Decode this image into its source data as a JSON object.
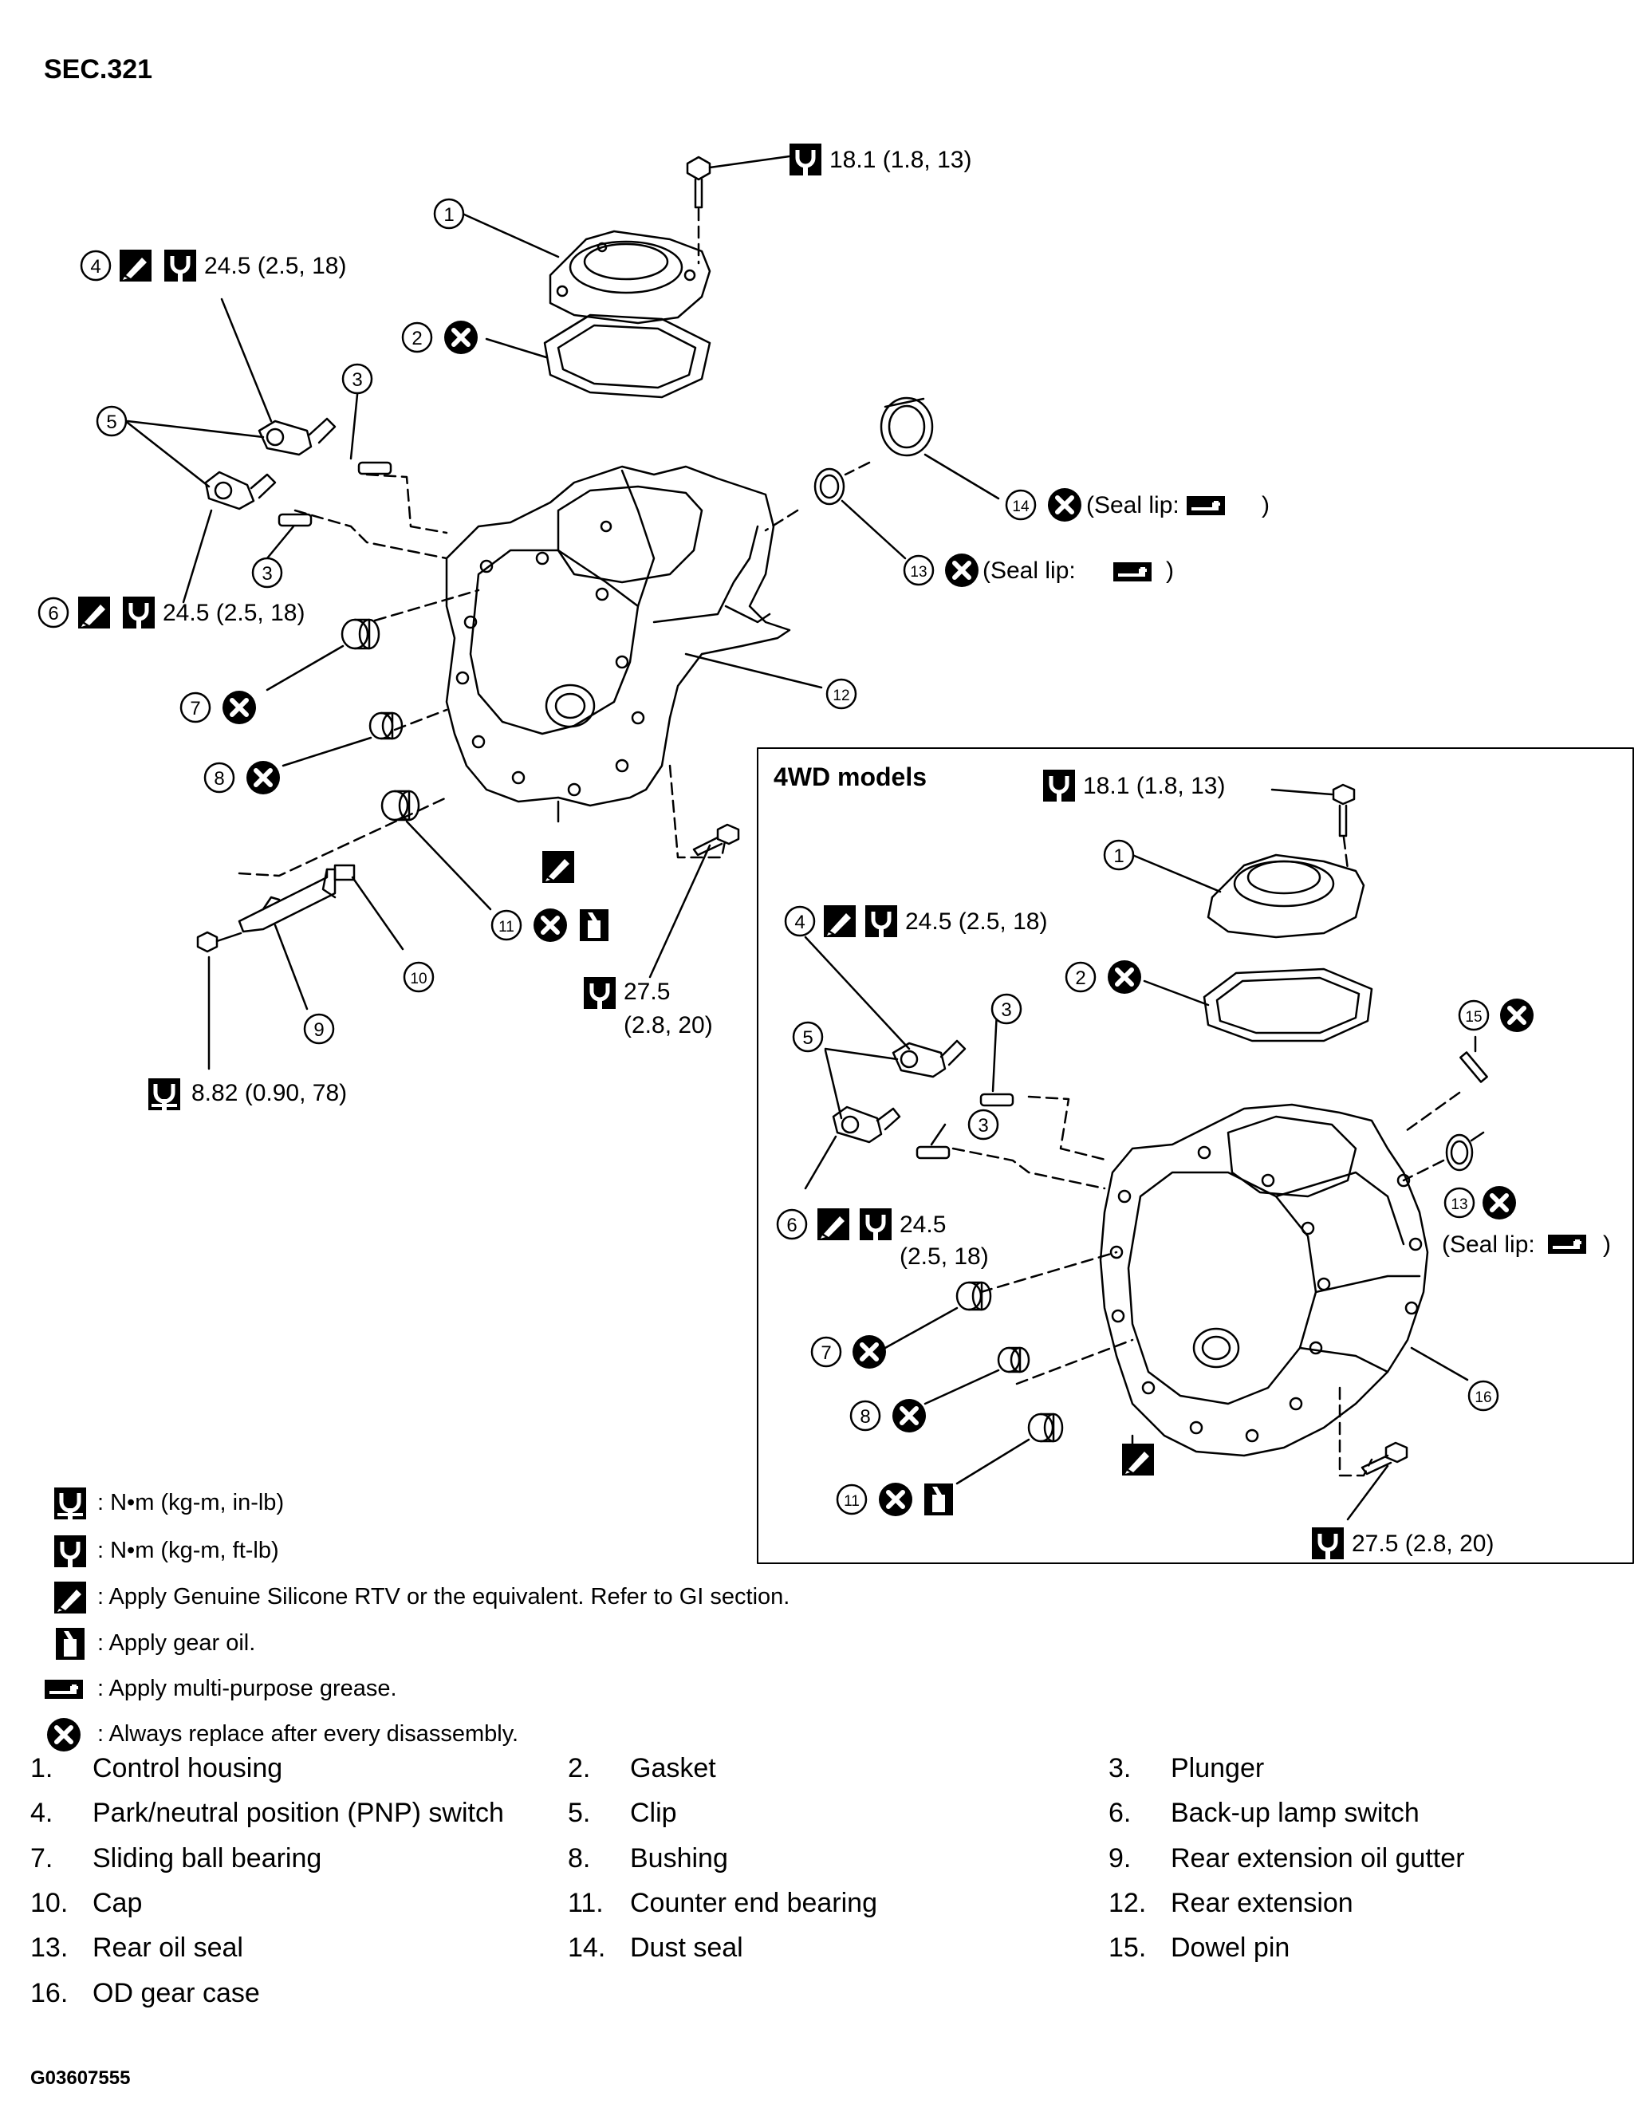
{
  "header": {
    "section": "SEC.321"
  },
  "figure_code": "G03607555",
  "inset": {
    "title": "4WD models"
  },
  "callouts": {
    "torque_top": "18.1  (1.8,  13)",
    "torque_4": "24.5  (2.5,  18)",
    "torque_6": "24.5  (2.5,  18)",
    "torque_275_a": "27.5",
    "torque_275_b": "(2.8,  20)",
    "torque_882": "8.82  (0.90,  78)",
    "seal_14": "(Seal lip:",
    "seal_13": "(Seal lip:",
    "paren_close": ")",
    "inset_torque_top": "18.1  (1.8,  13)",
    "inset_torque_4": "24.5  (2.5,  18)",
    "inset_torque_6a": "24.5",
    "inset_torque_6b": "(2.5,  18)",
    "inset_seal_13": "(Seal lip:",
    "inset_torque_275": "27.5  (2.8,  20)"
  },
  "legend": [
    {
      "icon": "torque-in-lb-icon",
      "text": ": N•m (kg-m, in-lb)"
    },
    {
      "icon": "torque-ft-lb-icon",
      "text": ": N•m (kg-m, ft-lb)"
    },
    {
      "icon": "sealant-icon",
      "text": ": Apply Genuine Silicone RTV or the equivalent. Refer to GI section."
    },
    {
      "icon": "gear-oil-icon",
      "text": ": Apply gear oil."
    },
    {
      "icon": "grease-icon",
      "text": ": Apply multi-purpose grease."
    },
    {
      "icon": "replace-icon",
      "text": ": Always replace after every disassembly."
    }
  ],
  "parts": [
    {
      "num": "1.",
      "name": "Control housing"
    },
    {
      "num": "2.",
      "name": "Gasket"
    },
    {
      "num": "3.",
      "name": "Plunger"
    },
    {
      "num": "4.",
      "name": "Park/neutral position (PNP) switch"
    },
    {
      "num": "5.",
      "name": "Clip"
    },
    {
      "num": "6.",
      "name": "Back-up lamp switch"
    },
    {
      "num": "7.",
      "name": "Sliding ball bearing"
    },
    {
      "num": "8.",
      "name": "Bushing"
    },
    {
      "num": "9.",
      "name": "Rear extension oil gutter"
    },
    {
      "num": "10.",
      "name": "Cap"
    },
    {
      "num": "11.",
      "name": "Counter end bearing"
    },
    {
      "num": "12.",
      "name": "Rear extension"
    },
    {
      "num": "13.",
      "name": "Rear oil seal"
    },
    {
      "num": "14.",
      "name": "Dust seal"
    },
    {
      "num": "15.",
      "name": "Dowel pin"
    },
    {
      "num": "16.",
      "name": "OD gear case"
    }
  ],
  "numbers": [
    "1",
    "2",
    "3",
    "4",
    "5",
    "6",
    "7",
    "8",
    "9",
    "10",
    "11",
    "12",
    "13",
    "14",
    "15",
    "16"
  ]
}
